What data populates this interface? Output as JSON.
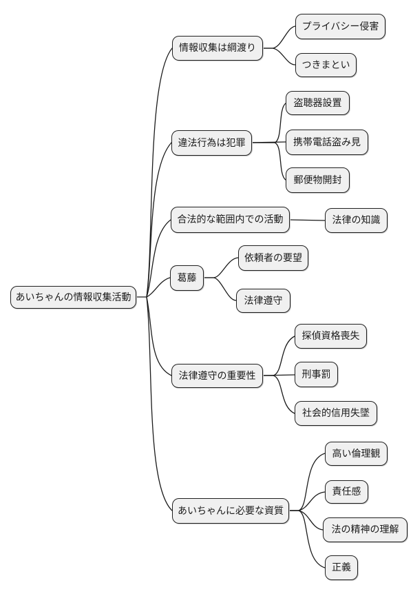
{
  "diagram": {
    "type": "mindmap",
    "root": {
      "label": "あいちゃんの情報収集活動"
    },
    "branches": [
      {
        "label": "情報収集は綱渡り",
        "children": [
          "プライバシー侵害",
          "つきまとい"
        ]
      },
      {
        "label": "違法行為は犯罪",
        "children": [
          "盗聴器設置",
          "携帯電話盗み見",
          "郵便物開封"
        ]
      },
      {
        "label": "合法的な範囲内での活動",
        "children": [
          "法律の知識"
        ]
      },
      {
        "label": "葛藤",
        "children": [
          "依頼者の要望",
          "法律遵守"
        ]
      },
      {
        "label": "法律遵守の重要性",
        "children": [
          "探偵資格喪失",
          "刑事罰",
          "社会的信用失墜"
        ]
      },
      {
        "label": "あいちゃんに必要な資質",
        "children": [
          "高い倫理観",
          "責任感",
          "法の精神の理解",
          "正義"
        ]
      }
    ],
    "colors": {
      "background": "#ffffff",
      "node_fill": "#f0f0f0",
      "node_border": "#1f1f1f",
      "connector": "#1a1a1a",
      "text": "#1a1a1a"
    }
  }
}
